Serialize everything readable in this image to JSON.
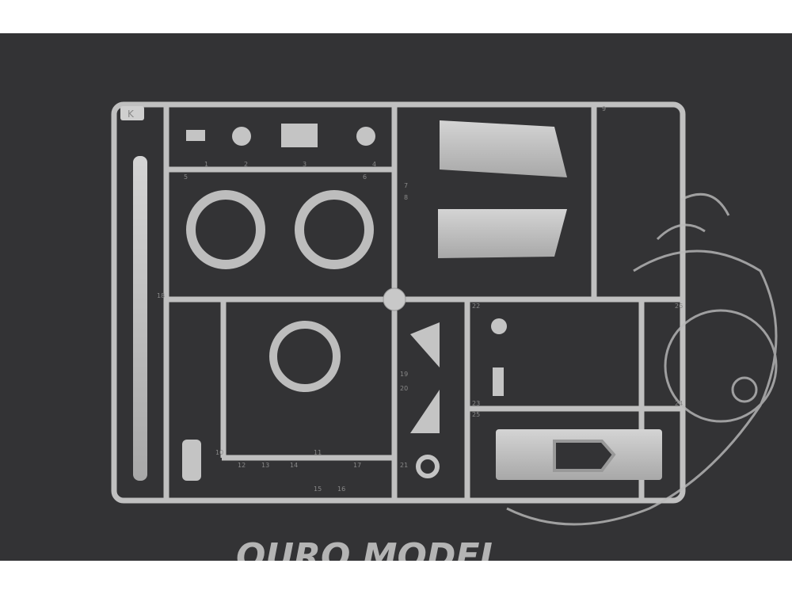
{
  "sprue": {
    "letter": "K",
    "part_numbers": [
      "1",
      "2",
      "3",
      "4",
      "5",
      "6",
      "7",
      "8",
      "9",
      "10",
      "11",
      "12",
      "13",
      "14",
      "15",
      "16",
      "17",
      "18",
      "19",
      "20",
      "21",
      "22",
      "23",
      "24",
      "25",
      "26"
    ]
  },
  "watermark": {
    "text": "OURO MODEL"
  },
  "colors": {
    "background": "#333335",
    "plastic": "#c4c4c4",
    "plastic_shadow": "#9a9a9a"
  }
}
